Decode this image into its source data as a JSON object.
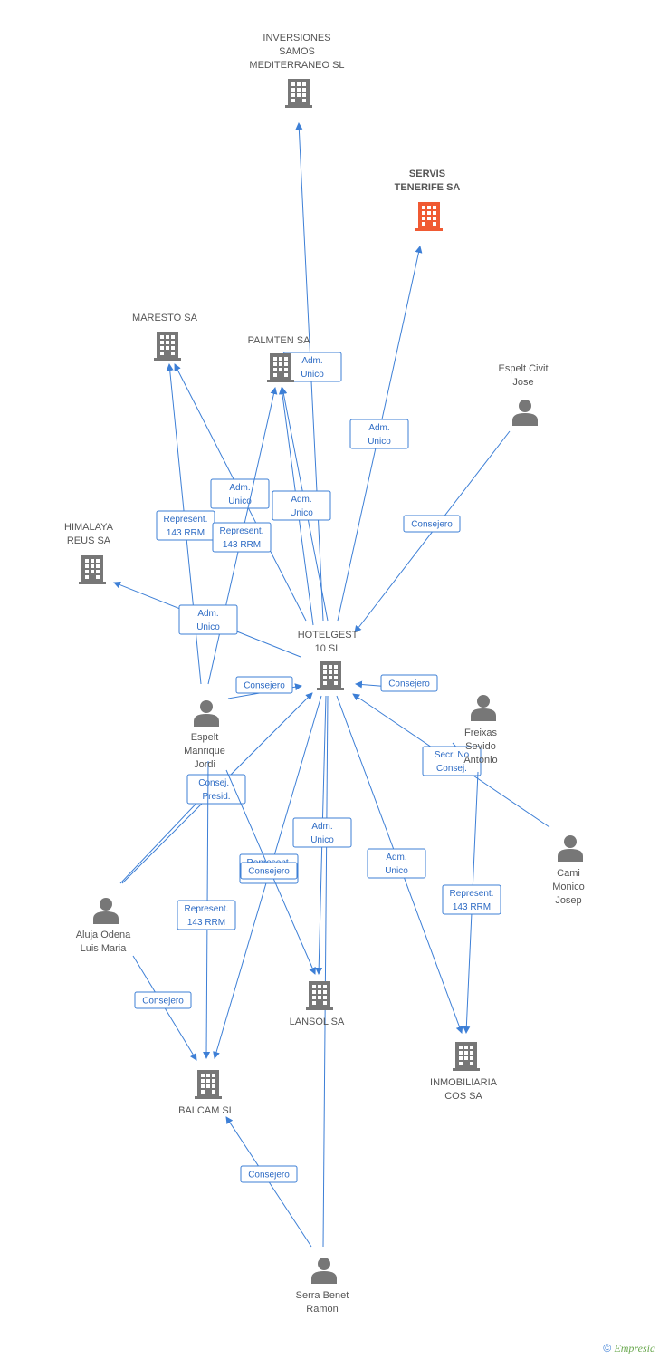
{
  "colors": {
    "edge": "#3d7fd6",
    "node": "#777777",
    "highlight": "#f05a33"
  },
  "nodes": [
    {
      "id": "inversiones",
      "type": "company",
      "lines": [
        "INVERSIONES",
        "SAMOS",
        "MEDITERRANEO SL"
      ]
    },
    {
      "id": "servis",
      "type": "company",
      "highlight": true,
      "lines": [
        "SERVIS",
        "TENERIFE SA"
      ]
    },
    {
      "id": "maresto",
      "type": "company",
      "lines": [
        "MARESTO SA"
      ]
    },
    {
      "id": "palmten",
      "type": "company",
      "lines": [
        "PALMTEN SA"
      ]
    },
    {
      "id": "espeltcivit",
      "type": "person",
      "lines": [
        "Espelt Civit",
        "Jose"
      ]
    },
    {
      "id": "himalaya",
      "type": "company",
      "lines": [
        "HIMALAYA",
        "REUS SA"
      ]
    },
    {
      "id": "hotelgest",
      "type": "company",
      "lines": [
        "HOTELGEST",
        "10 SL"
      ]
    },
    {
      "id": "espeltmanrique",
      "type": "person",
      "lines": [
        "Espelt",
        "Manrique",
        "Jordi"
      ]
    },
    {
      "id": "freixas",
      "type": "person",
      "lines": [
        "Freixas",
        "Sevido",
        "Antonio"
      ]
    },
    {
      "id": "cami",
      "type": "person",
      "lines": [
        "Cami",
        "Monico",
        "Josep"
      ]
    },
    {
      "id": "aluja",
      "type": "person",
      "lines": [
        "Aluja Odena",
        "Luis Maria"
      ]
    },
    {
      "id": "lansol",
      "type": "company",
      "lines": [
        "LANSOL SA"
      ]
    },
    {
      "id": "inmobiliaria",
      "type": "company",
      "lines": [
        "INMOBILIARIA",
        "COS SA"
      ]
    },
    {
      "id": "balcam",
      "type": "company",
      "lines": [
        "BALCAM SL"
      ]
    },
    {
      "id": "serra",
      "type": "person",
      "lines": [
        "Serra Benet",
        "Ramon"
      ]
    }
  ],
  "edges": [
    {
      "id": "e1",
      "label": [
        "Adm.",
        "Unico"
      ]
    },
    {
      "id": "e2",
      "label": [
        "Adm.",
        "Unico"
      ]
    },
    {
      "id": "e3",
      "label": [
        "Adm.",
        "Unico"
      ]
    },
    {
      "id": "e4",
      "label": [
        "Adm.",
        "Unico"
      ]
    },
    {
      "id": "e5",
      "label": [
        "Represent.",
        "143 RRM"
      ]
    },
    {
      "id": "e6",
      "label": [
        "Represent.",
        "143 RRM"
      ]
    },
    {
      "id": "e7",
      "label": [
        "Adm.",
        "Unico"
      ]
    },
    {
      "id": "e8",
      "label": [
        "Consejero"
      ]
    },
    {
      "id": "e9",
      "label": [
        "Adm.",
        "Unico"
      ]
    },
    {
      "id": "e10",
      "label": [
        "Consejero"
      ]
    },
    {
      "id": "e11",
      "label": [
        "Consejero"
      ]
    },
    {
      "id": "e12",
      "label": [
        "Secr.  No",
        "Consej."
      ]
    },
    {
      "id": "e13",
      "label": [
        "Consej. .",
        "Presid."
      ]
    },
    {
      "id": "e14",
      "label": [
        "Represent.",
        "143 RRM"
      ]
    },
    {
      "id": "e15",
      "label": [
        "Adm.",
        "Unico"
      ]
    },
    {
      "id": "e16",
      "label": [
        "Adm.",
        "Unico"
      ]
    },
    {
      "id": "e17",
      "label": [
        "Represent.",
        "143 RRM"
      ]
    },
    {
      "id": "e18",
      "label": [
        "Represent.",
        "143 RRM"
      ]
    },
    {
      "id": "e19",
      "label": [
        "Consejero"
      ]
    },
    {
      "id": "e20",
      "label": [
        "Consejero"
      ]
    },
    {
      "id": "e21",
      "label": [
        "Consejero"
      ]
    }
  ],
  "footer": {
    "copyright": "©",
    "brand": "Empresia"
  }
}
